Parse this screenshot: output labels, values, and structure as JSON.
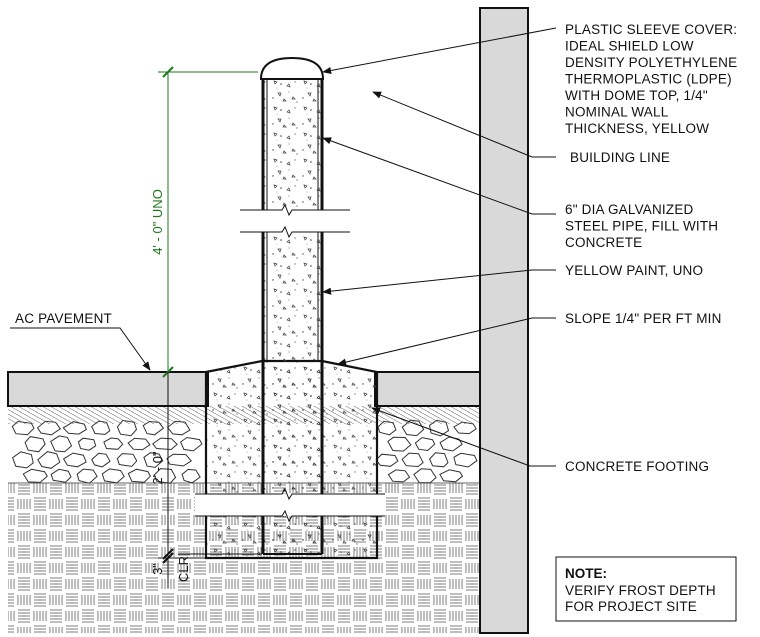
{
  "callouts": {
    "sleeve": [
      "PLASTIC SLEEVE COVER:",
      "IDEAL SHIELD LOW",
      "DENSITY POLYETHYLENE",
      "THERMOPLASTIC (LDPE)",
      "WITH DOME TOP, 1/4\"",
      "NOMINAL WALL",
      "THICKNESS, YELLOW"
    ],
    "building_line": "BUILDING LINE",
    "pipe": [
      "6\" DIA GALVANIZED",
      "STEEL PIPE, FILL WITH",
      "CONCRETE"
    ],
    "paint": "YELLOW PAINT, UNO",
    "slope": "SLOPE 1/4\" PER FT MIN",
    "pavement": "AC PAVEMENT",
    "footing": "CONCRETE FOOTING"
  },
  "dimensions": {
    "height": "4' - 0\" UNO",
    "depth": "2' - 0\"",
    "clearance": "3\"",
    "clearance_label": "CLR"
  },
  "note": {
    "title": "NOTE:",
    "lines": [
      "VERIFY FROST DEPTH",
      "FOR PROJECT SITE"
    ]
  },
  "colors": {
    "dimension": "#1e7a1e",
    "line": "#111111",
    "wall_fill": "#d9d9d9",
    "pavement_fill": "#d9d9d9"
  }
}
